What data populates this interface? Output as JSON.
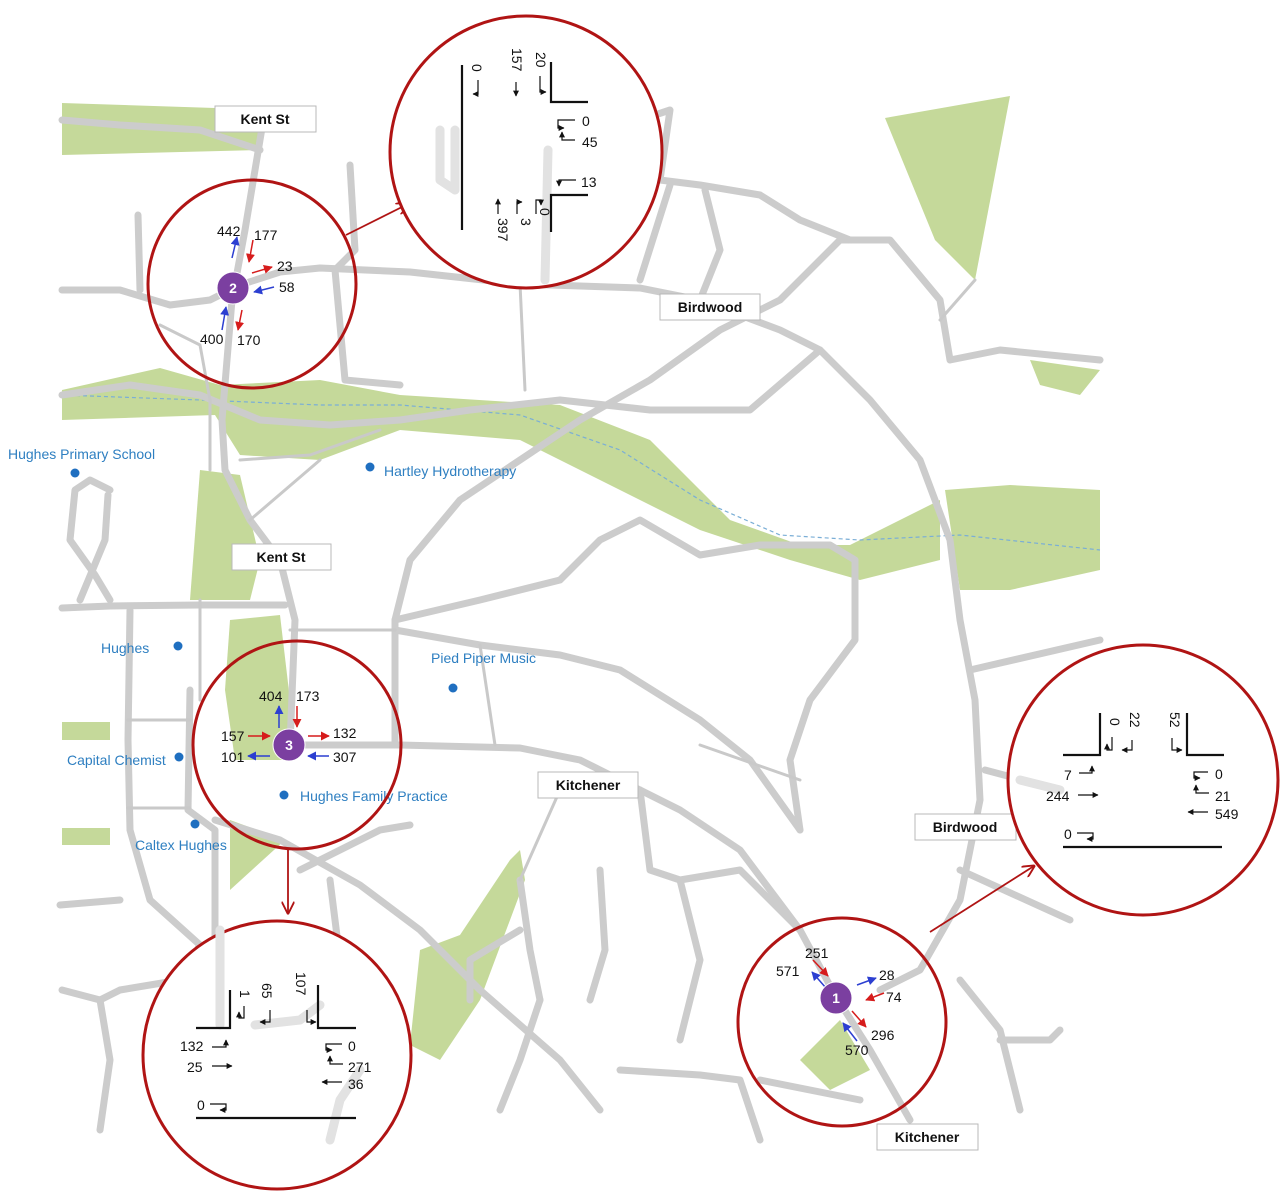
{
  "roads": {
    "kent_st_north": "Kent St",
    "kent_st_south": "Kent St",
    "birdwood_north": "Birdwood",
    "birdwood_east": "Birdwood",
    "kitchener_mid": "Kitchener",
    "kitchener_south": "Kitchener"
  },
  "pois": {
    "primary_school": "Hughes Primary School",
    "hydrotherapy": "Hartley Hydrotherapy",
    "hughes": "Hughes",
    "pied_piper": "Pied Piper Music",
    "chemist": "Capital Chemist",
    "family_practice": "Hughes Family Practice",
    "caltex": "Caltex Hughes"
  },
  "intersections": {
    "n1": {
      "id": "1",
      "flows": {
        "nw_out": "571",
        "nw_in": "251",
        "ne_out": "28",
        "ne_in": "74",
        "se_out": "296",
        "se_in": "570"
      },
      "detail": {
        "n_left": "22",
        "n_uturn": "0",
        "n2": "52",
        "w_uturn": "7",
        "w_thru": "244",
        "e_uturn": "0",
        "e_left": "21",
        "e_thru": "549",
        "s_uturn": "0"
      }
    },
    "n2": {
      "id": "2",
      "flows": {
        "n_out": "442",
        "n_in": "177",
        "e_out": "23",
        "e_in": "58",
        "s_in": "400",
        "s_out": "170"
      },
      "detail": {
        "top_right_a": "20",
        "top_right_b": "157",
        "top_left": "0",
        "r_uturn": "0",
        "r_left": "45",
        "b_right": "13",
        "b_uturn": "0",
        "b_a": "3",
        "b_b": "397"
      }
    },
    "n3": {
      "id": "3",
      "flows": {
        "n_out": "404",
        "n_in": "173",
        "e_out": "132",
        "e_in": "307",
        "w_in": "157",
        "w_out": "101"
      },
      "detail": {
        "n_left": "65",
        "n_uturn": "1",
        "n_right": "107",
        "w_right": "132",
        "w_thru": "25",
        "e_uturn": "0",
        "e_left": "271",
        "e_thru": "36",
        "s_uturn": "0"
      }
    }
  },
  "colors": {
    "park": "#c5d99a",
    "road": "#cccccc",
    "ring": "#b01414",
    "node": "#7b3fa0",
    "in_arrow": "#d61c1c",
    "out_arrow": "#2c3fd1"
  }
}
